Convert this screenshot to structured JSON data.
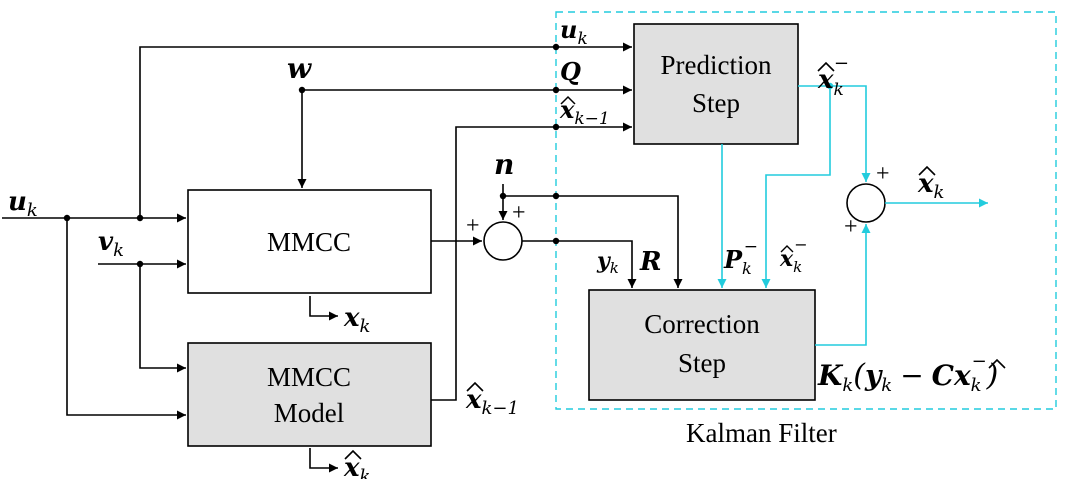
{
  "blocks": {
    "mmcc": "MMCC",
    "mmcc_model": [
      "MMCC",
      "Model"
    ],
    "prediction": [
      "Prediction",
      "Step"
    ],
    "correction": [
      "Correction",
      "Step"
    ]
  },
  "frame_label": "Kalman Filter",
  "signals": {
    "u": "u",
    "v": "v",
    "w": "w",
    "n": "n",
    "Q": "Q",
    "R": "R",
    "x": "x",
    "y": "y",
    "P": "P",
    "K": "K",
    "C": "C",
    "sub_k": "k",
    "sub_km1": "k−1",
    "sup_minus": "−",
    "open_paren": "(",
    "close_paren": ")",
    "minus": "−"
  },
  "signs": [
    "+",
    "+",
    "+",
    "+"
  ],
  "colors": {
    "kalman": "#22ccdd",
    "block_fill": "#e0e0e0",
    "wire": "#000000"
  }
}
